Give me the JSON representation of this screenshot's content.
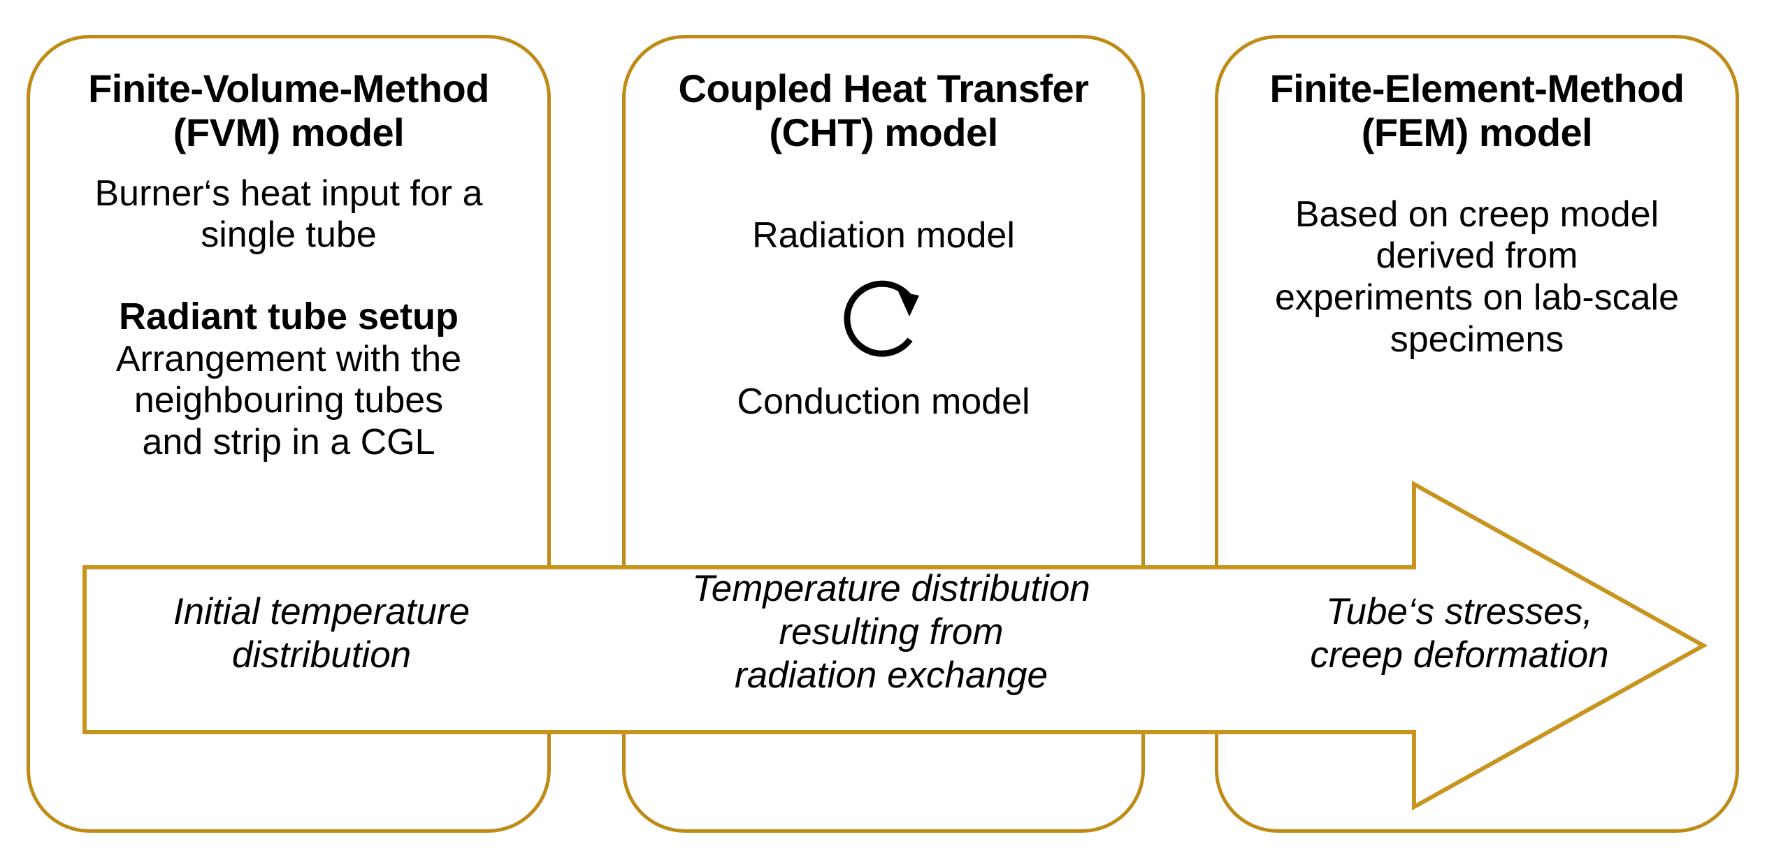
{
  "colors": {
    "border_gold": "#bf8b17",
    "arrow_gold": "#c8941e",
    "text_black": "#000000",
    "background": "#ffffff"
  },
  "boxes": [
    {
      "id": "fvm",
      "title": "Finite-Volume-Method\n(FVM) model",
      "body": "Burner‘s heat input for a\nsingle tube",
      "subhead": "Radiant tube setup",
      "subbody": "Arrangement with the\nneighbouring tubes\nand strip in a CGL"
    },
    {
      "id": "cht",
      "title": "Coupled Heat Transfer\n(CHT) model",
      "upper_model": "Radiation model",
      "cycle_icon": "circular-arrow-icon",
      "lower_model": "Conduction model"
    },
    {
      "id": "fem",
      "title": "Finite-Element-Method\n(FEM) model",
      "body": "Based on creep model\nderived from\nexperiments on lab-scale\nspecimens"
    }
  ],
  "arrow": {
    "name": "process-flow-arrow",
    "direction": "right",
    "labels": [
      "Initial temperature\ndistribution",
      "Temperature distribution\nresulting from\nradiation exchange",
      "Tube‘s stresses,\ncreep deformation"
    ]
  }
}
